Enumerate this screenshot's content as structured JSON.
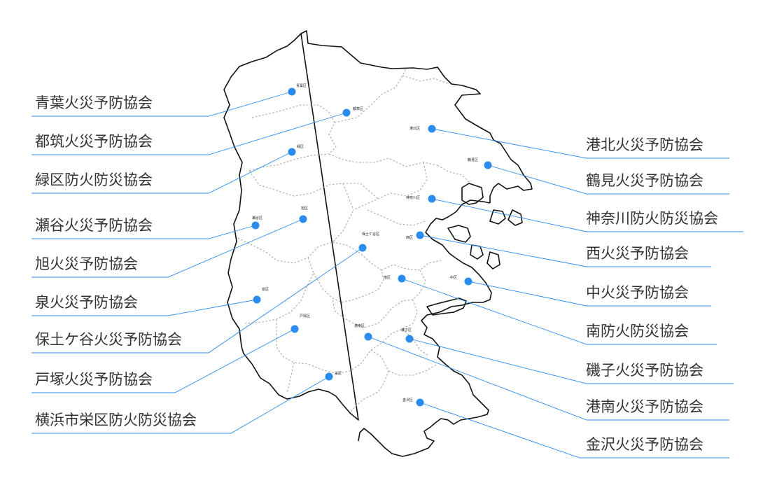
{
  "wards": {
    "aoba": {
      "label": "青葉区",
      "association": "青葉火災予防協会"
    },
    "tsuzuki": {
      "label": "都筑区",
      "association": "都筑火災予防協会"
    },
    "midori": {
      "label": "緑区",
      "association": "緑区防火防災協会"
    },
    "seya": {
      "label": "瀬谷区",
      "association": "瀬谷火災予防協会"
    },
    "asahi": {
      "label": "旭区",
      "association": "旭火災予防協会"
    },
    "izumi": {
      "label": "泉区",
      "association": "泉火災予防協会"
    },
    "hodogaya": {
      "label": "保土ケ谷区",
      "association": "保土ケ谷火災予防協会"
    },
    "totsuka": {
      "label": "戸塚区",
      "association": "戸塚火災予防協会"
    },
    "sakae": {
      "label": "栄区",
      "association": "横浜市栄区防火防災協会"
    },
    "kohoku": {
      "label": "港北区",
      "association": "港北火災予防協会"
    },
    "tsurumi": {
      "label": "鶴見区",
      "association": "鶴見火災予防協会"
    },
    "kanagawa": {
      "label": "神奈川区",
      "association": "神奈川防火防災協会"
    },
    "nishi": {
      "label": "西区",
      "association": "西火災予防協会"
    },
    "naka": {
      "label": "中区",
      "association": "中火災予防協会"
    },
    "minami": {
      "label": "南区",
      "association": "南防火防災協会"
    },
    "isogo": {
      "label": "磯子区",
      "association": "磯子火災予防協会"
    },
    "konan": {
      "label": "港南区",
      "association": "港南火災予防協会"
    },
    "kanazawa": {
      "label": "金沢区",
      "association": "金沢火災予防協会"
    }
  },
  "colors": {
    "marker": "#2b8cf0",
    "leader_line": "#2b8cf0",
    "city_outline": "#111111",
    "ward_border": "#a8a8a8"
  }
}
